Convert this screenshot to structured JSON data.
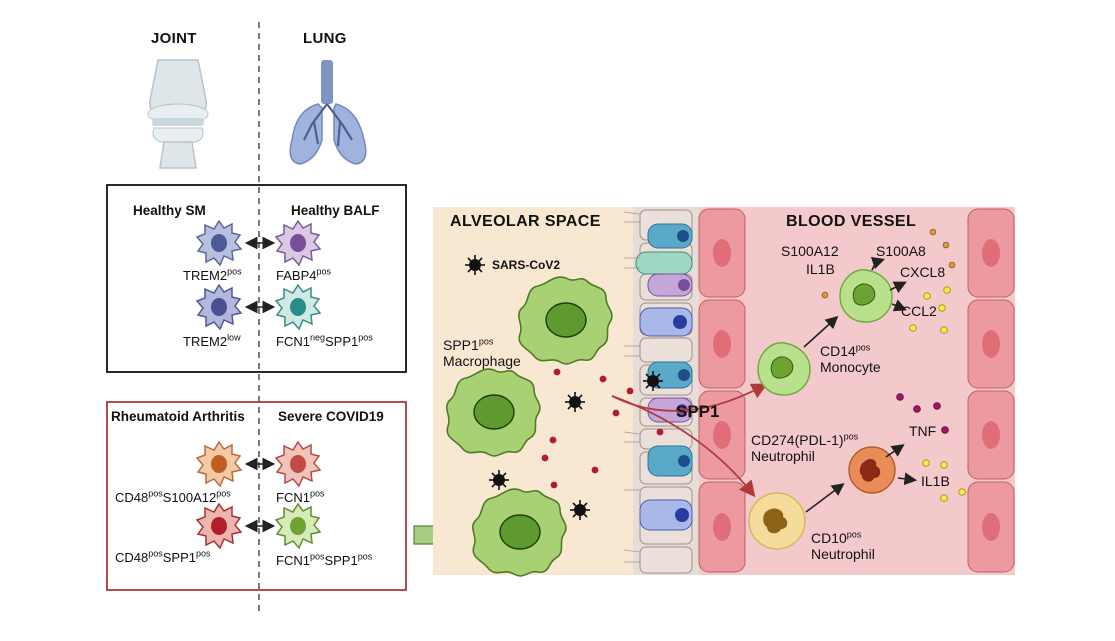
{
  "left": {
    "joint_header": "JOINT",
    "lung_header": "LUNG",
    "healthy_box": {
      "left_title": "Healthy SM",
      "right_title": "Healthy BALF",
      "row1_left": {
        "main": "TREM2",
        "sup": "pos"
      },
      "row1_right": {
        "main": "FABP4",
        "sup": "pos"
      },
      "row2_left": {
        "main": "TREM2",
        "sup": "low"
      },
      "row2_right": {
        "main1": "FCN1",
        "sup1": "neg",
        "main2": "SPP1",
        "sup2": "pos"
      }
    },
    "disease_box": {
      "left_title": "Rheumatoid Arthritis",
      "right_title": "Severe COVID19",
      "row1_left": {
        "main1": "CD48",
        "sup1": "pos",
        "main2": "S100A12",
        "sup2": "pos"
      },
      "row1_right": {
        "main": "FCN1",
        "sup": "pos"
      },
      "row2_left": {
        "main1": "CD48",
        "sup1": "pos",
        "main2": "SPP1",
        "sup2": "pos"
      },
      "row2_right": {
        "main1": "FCN1",
        "sup1": "pos",
        "main2": "SPP1",
        "sup2": "pos"
      }
    }
  },
  "right": {
    "alveolar_title": "ALVEOLAR SPACE",
    "blood_title": "BLOOD VESSEL",
    "virus_label": "SARS-CoV2",
    "macrophage_label": {
      "main": "SPP1",
      "sup": "pos",
      "line2": "Macrophage"
    },
    "spp1_label": "SPP1",
    "monocyte_label": {
      "main": "CD14",
      "sup": "pos",
      "line2": "Monocyte"
    },
    "neutrophil_pdl1_label": {
      "main": "CD274(PDL-1)",
      "sup": "pos",
      "line2": "Neutrophil"
    },
    "neutrophil_cd10_label": {
      "main": "CD10",
      "sup": "pos",
      "line2": "Neutrophil"
    },
    "cytokines": {
      "s100a12": "S100A12",
      "s100a8": "S100A8",
      "il1b_top": "IL1B",
      "cxcl8": "CXCL8",
      "ccl2": "CCL2",
      "tnf": "TNF",
      "il1b_bottom": "IL1B"
    }
  },
  "colors": {
    "alveolar_bg": "#f8e8d2",
    "blood_bg": "#f3c9cc",
    "disease_box_border": "#a83a3a",
    "macrophage_green": "#a8d173",
    "arrow_red": "#b03a3a",
    "rbc": "#b01d2e"
  }
}
